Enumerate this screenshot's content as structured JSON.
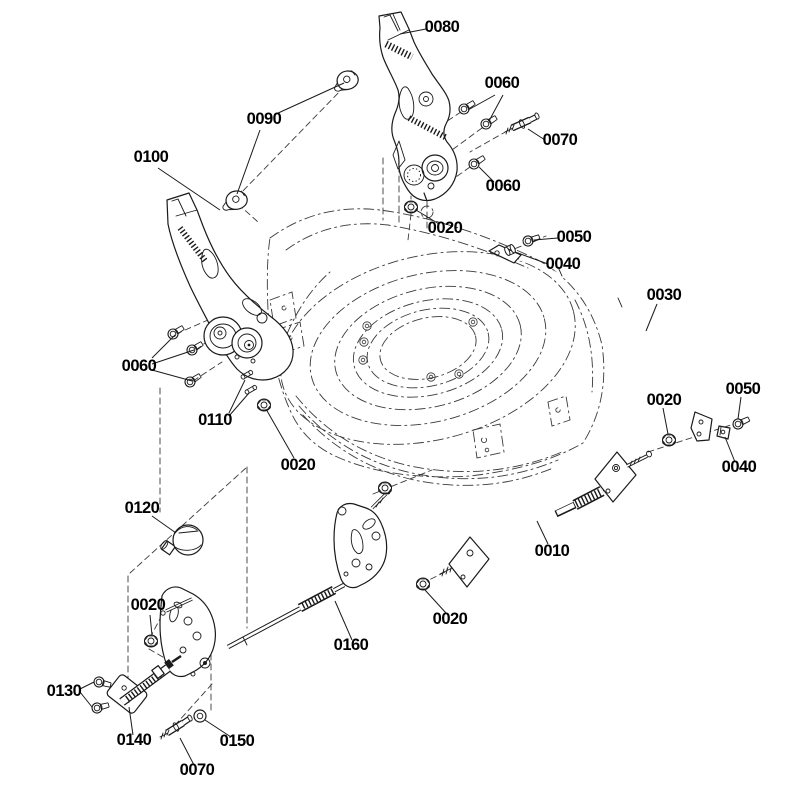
{
  "diagram": {
    "type": "exploded-parts-diagram",
    "colors": {
      "line": "#1a1a1a",
      "phantom": "#3a3a3a",
      "background": "#ffffff",
      "label_text": "#000000"
    },
    "labels": [
      {
        "text": "0080"
      },
      {
        "text": "0090"
      },
      {
        "text": "0060"
      },
      {
        "text": "0070"
      },
      {
        "text": "0060"
      },
      {
        "text": "0100"
      },
      {
        "text": "0020"
      },
      {
        "text": "0050"
      },
      {
        "text": "0040"
      },
      {
        "text": "0030"
      },
      {
        "text": "0060"
      },
      {
        "text": "0110"
      },
      {
        "text": "0020"
      },
      {
        "text": "0050"
      },
      {
        "text": "0020"
      },
      {
        "text": "0040"
      },
      {
        "text": "0120"
      },
      {
        "text": "0010"
      },
      {
        "text": "0020"
      },
      {
        "text": "0020"
      },
      {
        "text": "0160"
      },
      {
        "text": "0130"
      },
      {
        "text": "0140"
      },
      {
        "text": "0150"
      },
      {
        "text": "0070"
      }
    ]
  }
}
